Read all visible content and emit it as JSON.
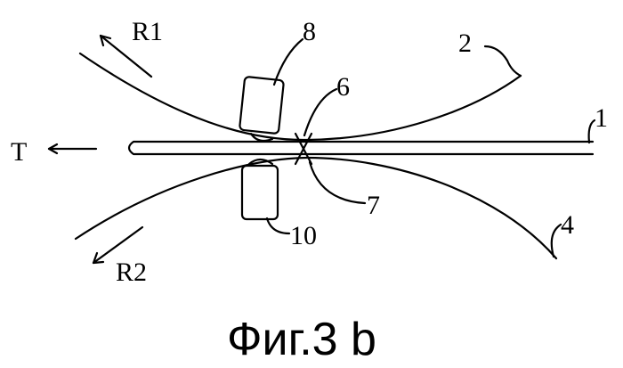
{
  "figure": {
    "caption": "Фиг.3 b",
    "labels": {
      "r1": "R1",
      "r2": "R2",
      "t": "T",
      "n1": "1",
      "n2": "2",
      "n4": "4",
      "n6": "6",
      "n7": "7",
      "n8": "8",
      "n10": "10"
    }
  }
}
